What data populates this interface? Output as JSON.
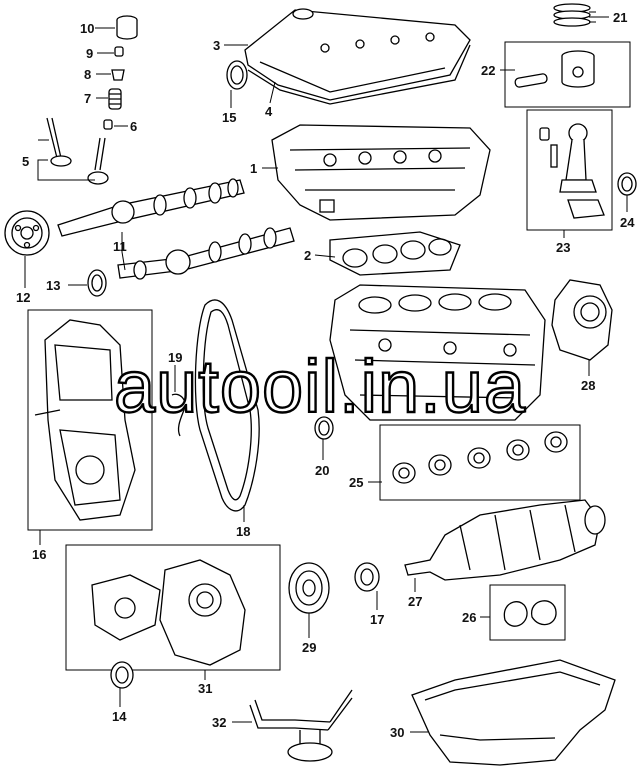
{
  "watermark": "autooil.in.ua",
  "callouts": [
    "1",
    "2",
    "3",
    "4",
    "5",
    "6",
    "7",
    "8",
    "9",
    "10",
    "11",
    "12",
    "13",
    "14",
    "15",
    "16",
    "17",
    "18",
    "19",
    "20",
    "21",
    "22",
    "23",
    "24",
    "25",
    "26",
    "27",
    "28",
    "29",
    "30",
    "31",
    "32"
  ]
}
